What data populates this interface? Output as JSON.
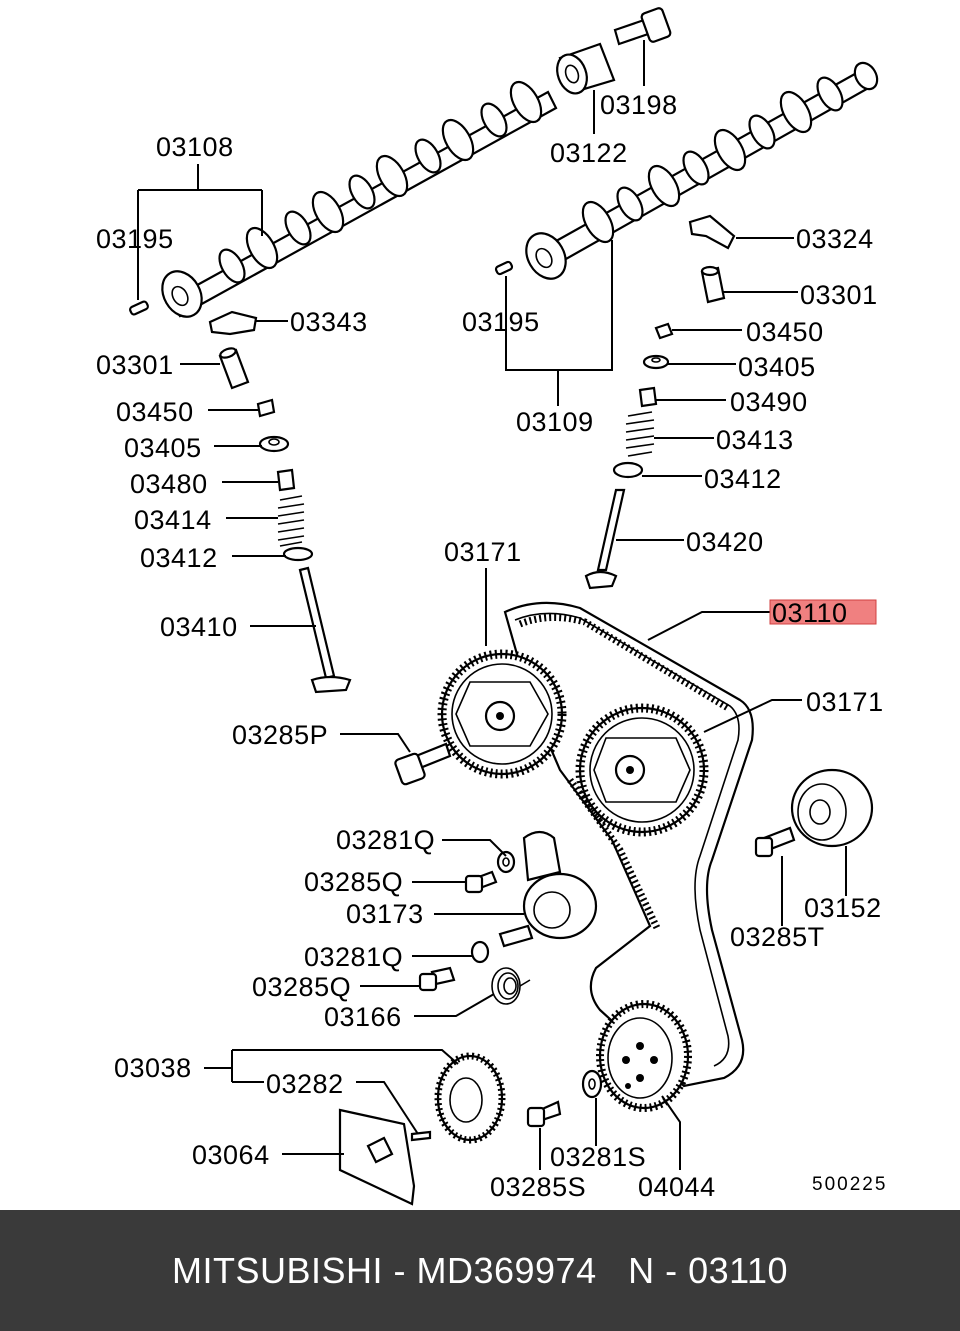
{
  "diagram": {
    "ref_number": "500225",
    "highlight_color": "#f08080",
    "labels": {
      "p03108": "03108",
      "p03195_left": "03195",
      "p03343": "03343",
      "p03301_left": "03301",
      "p03450_left": "03450",
      "p03405_left": "03405",
      "p03480": "03480",
      "p03414": "03414",
      "p03412_left": "03412",
      "p03410": "03410",
      "p03198": "03198",
      "p03122": "03122",
      "p03324": "03324",
      "p03301_right": "03301",
      "p03195_right": "03195",
      "p03450_right": "03450",
      "p03405_right": "03405",
      "p03490": "03490",
      "p03109": "03109",
      "p03413": "03413",
      "p03412_right": "03412",
      "p03420": "03420",
      "p03171_top": "03171",
      "p03110": "03110",
      "p03171_right": "03171",
      "p03285P": "03285P",
      "p03281Q_top": "03281Q",
      "p03285Q_top": "03285Q",
      "p03173": "03173",
      "p03281Q_bottom": "03281Q",
      "p03285Q_bottom": "03285Q",
      "p03166": "03166",
      "p03152": "03152",
      "p03285T": "03285T",
      "p03038": "03038",
      "p03282": "03282",
      "p03064": "03064",
      "p03281S": "03281S",
      "p03285S": "03285S",
      "p04044": "04044"
    }
  },
  "footer": {
    "text": "MITSUBISHI - MD369974   N - 03110"
  }
}
